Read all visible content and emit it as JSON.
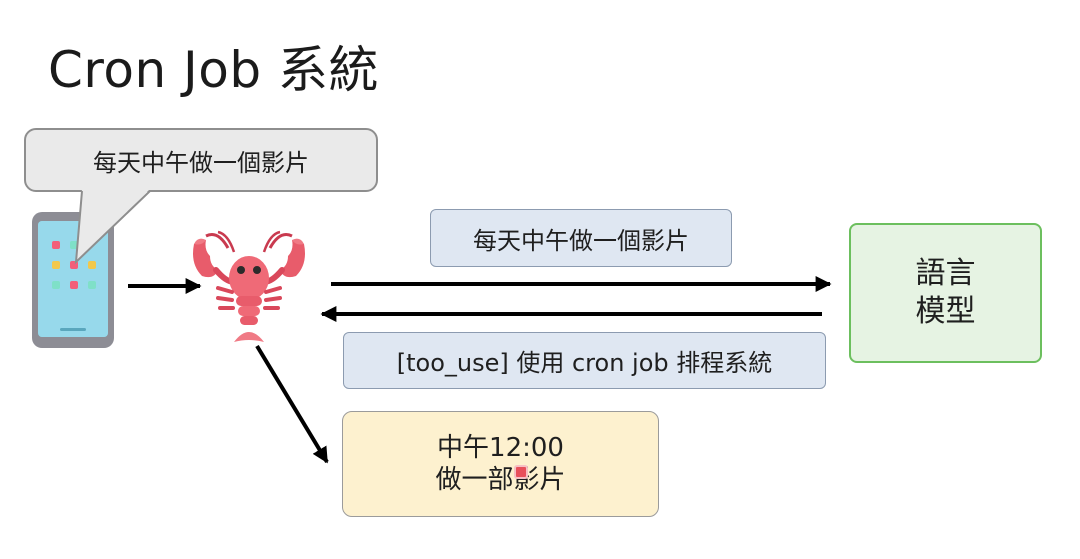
{
  "title": "Cron Job 系統",
  "user_bubble": "每天中午做一個影片",
  "request_label": "每天中午做一個影片",
  "tool_label": "[too_use] 使用 cron job 排程系統",
  "llm": {
    "line1": "語言",
    "line2": "模型"
  },
  "schedule": {
    "line1": "中午12:00",
    "line2": "做一部影片"
  },
  "icons": {
    "phone": "smartphone-icon",
    "agent": "lobster-icon"
  }
}
